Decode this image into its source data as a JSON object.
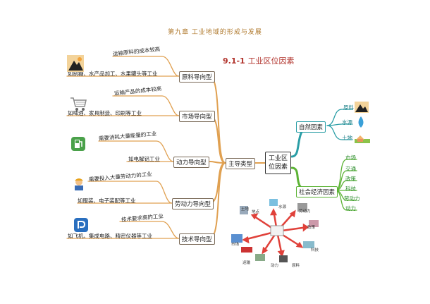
{
  "header": {
    "chapter_title": "第九章  工业地域的形成与发展",
    "section_number": "9.1-1",
    "section_title": "工业区位因素"
  },
  "center_node": {
    "line1": "工业区",
    "line2": "位因素"
  },
  "main_type_node": "主导类型",
  "left_branches": [
    {
      "label": "原料导向型",
      "upper": "运输原料的成本较高",
      "lower": "如制糖、水产品加工、水果罐头等工业"
    },
    {
      "label": "市场导向型",
      "upper": "运输产品的成本较高",
      "lower": "如啤酒、家具制造、印刷等工业"
    },
    {
      "label": "动力导向型",
      "upper": "需要消耗大量能量的工业",
      "lower": "如电解铝工业"
    },
    {
      "label": "劳动力导向型",
      "upper": "需要投入大量劳动力的工业",
      "lower": "如服装、电子装配等工业"
    },
    {
      "label": "技术导向型",
      "upper": "技术要求高的工业",
      "lower": "如飞机、集成电路、精密仪器等工业"
    }
  ],
  "natural_factors": {
    "label": "自然因素",
    "items": [
      "原料",
      "水源",
      "土地"
    ]
  },
  "social_factors": {
    "label": "社会经济因素",
    "items": [
      "市场",
      "交通",
      "政策",
      "科技",
      "劳动力",
      "动力"
    ]
  },
  "hub_diagram": {
    "center": "地点",
    "labels": [
      "土地",
      "水源",
      "劳动力",
      "政策",
      "科技",
      "原料",
      "动力",
      "运输",
      "市场"
    ]
  },
  "colors": {
    "orange_branch": "#e0a050",
    "teal_branch": "#2a9ea6",
    "green_branch": "#5cb335",
    "arrow_red": "#e0413a"
  }
}
